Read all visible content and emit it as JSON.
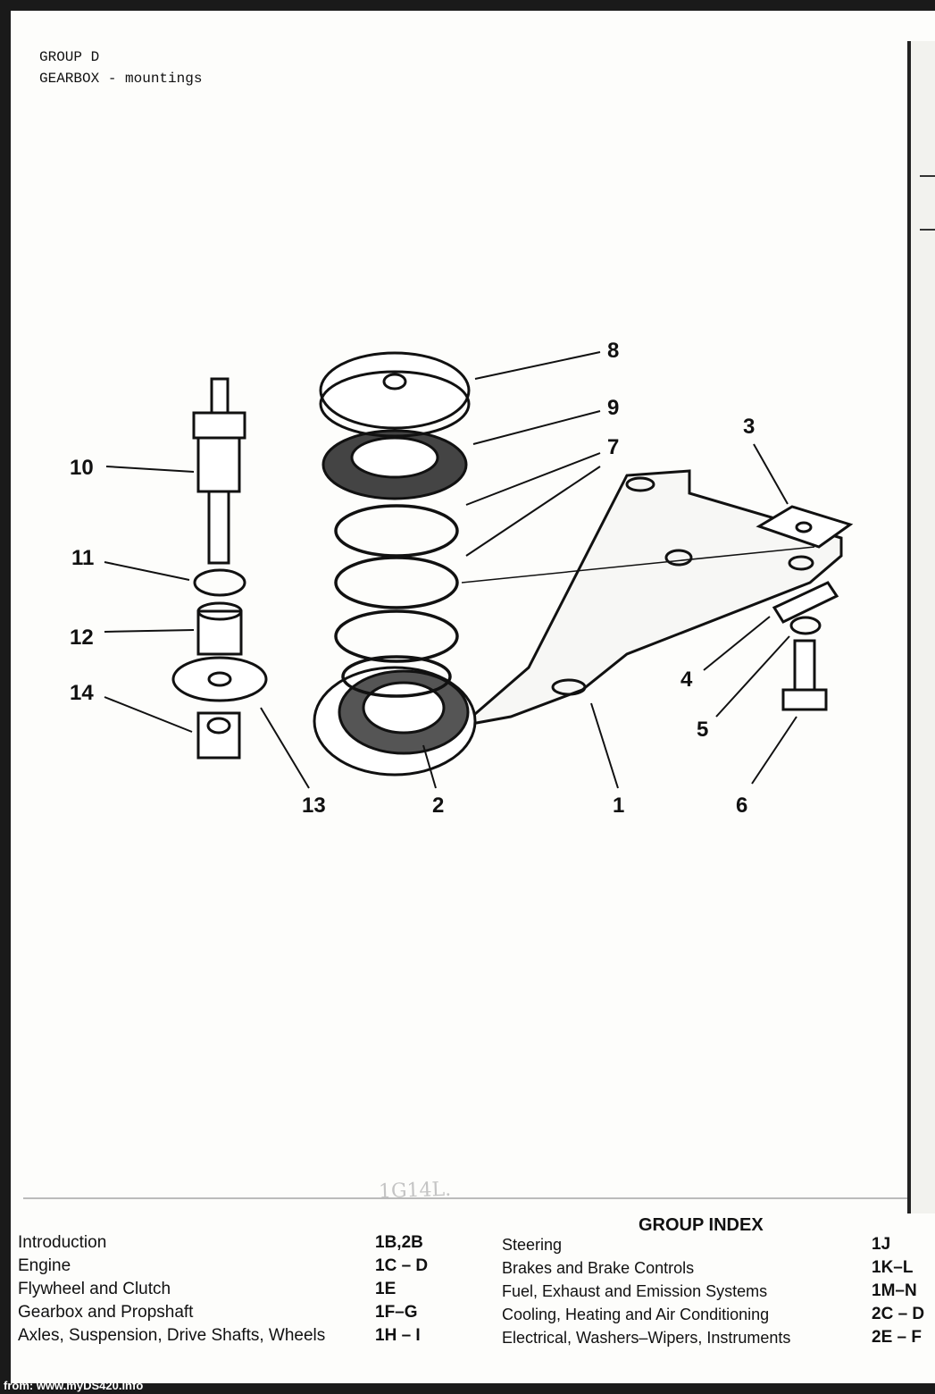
{
  "header": {
    "line1": "GROUP D",
    "line2": "GEARBOX - mountings"
  },
  "callouts": [
    "8",
    "9",
    "7",
    "3",
    "10",
    "11",
    "12",
    "14",
    "4",
    "5",
    "13",
    "2",
    "1",
    "6"
  ],
  "pencil_note": "1G14L.",
  "group_index": {
    "title": "GROUP INDEX",
    "left": [
      {
        "label": "Introduction",
        "code": "1B,2B"
      },
      {
        "label": "Engine",
        "code": "1C – D"
      },
      {
        "label": "Flywheel and Clutch",
        "code": "1E"
      },
      {
        "label": "Gearbox and Propshaft",
        "code": "1F–G"
      },
      {
        "label": "Axles, Suspension, Drive Shafts, Wheels",
        "code": "1H – I"
      }
    ],
    "right": [
      {
        "label": "Steering",
        "code": "1J"
      },
      {
        "label": "Brakes and Brake Controls",
        "code": "1K–L"
      },
      {
        "label": "Fuel, Exhaust and Emission Systems",
        "code": "1M–N"
      },
      {
        "label": "Cooling, Heating and Air Conditioning",
        "code": "2C – D"
      },
      {
        "label": "Electrical, Washers–Wipers, Instruments",
        "code": "2E – F"
      }
    ]
  },
  "footer": "from: www.myDS420.info"
}
